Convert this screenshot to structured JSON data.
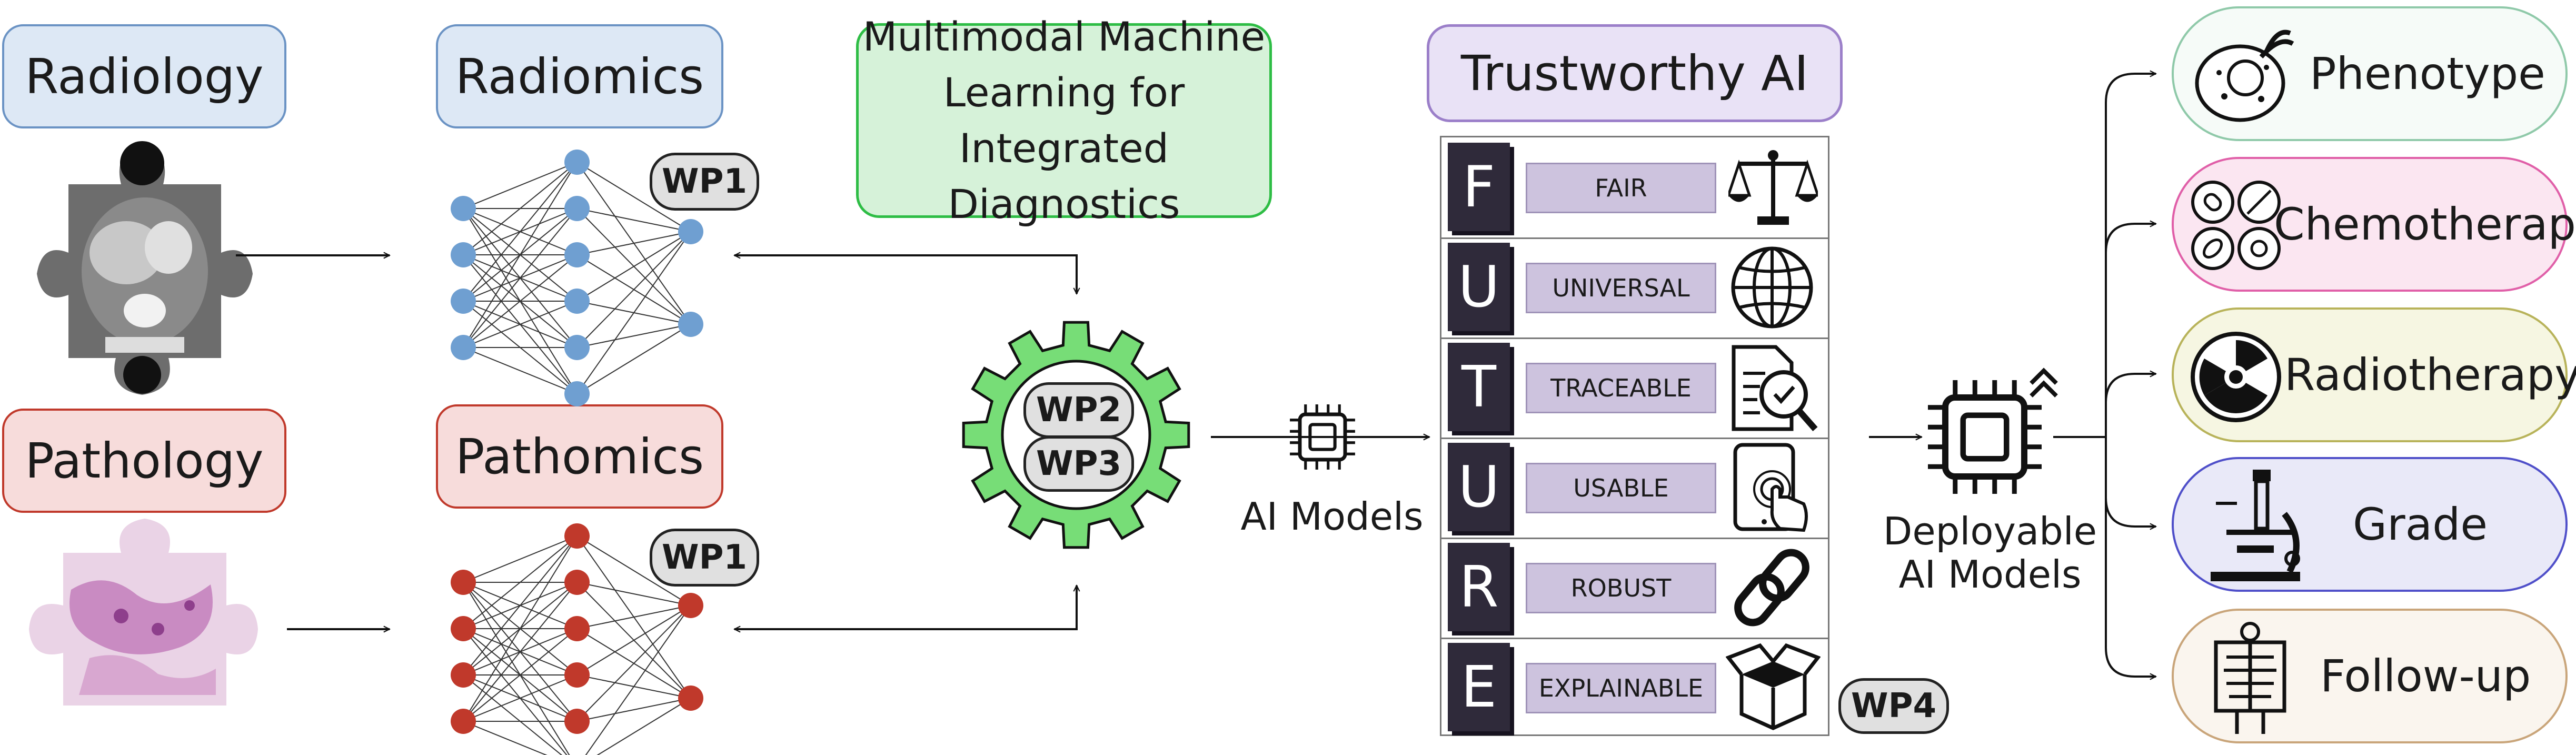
{
  "inputs": {
    "radiology": "Radiology",
    "pathology": "Pathology"
  },
  "omics": {
    "radiomics": "Radiomics",
    "pathomics": "Pathomics",
    "wp_radiomics": "WP1",
    "wp_pathomics": "WP1"
  },
  "multimodal": {
    "title_line1": "Multimodal Machine",
    "title_line2": "Learning for",
    "title_line3": "Integrated Diagnostics",
    "wp_top": "WP2",
    "wp_bottom": "WP3"
  },
  "ai_models": "AI Models",
  "trustworthy": {
    "title": "Trustworthy AI",
    "rows": [
      {
        "letter": "F",
        "label": "FAIR",
        "icon": "balance-scale-icon"
      },
      {
        "letter": "U",
        "label": "UNIVERSAL",
        "icon": "globe-icon"
      },
      {
        "letter": "T",
        "label": "TRACEABLE",
        "icon": "document-search-icon"
      },
      {
        "letter": "U",
        "label": "USABLE",
        "icon": "tablet-touch-icon"
      },
      {
        "letter": "R",
        "label": "ROBUST",
        "icon": "chain-link-icon"
      },
      {
        "letter": "E",
        "label": "EXPLAINABLE",
        "icon": "open-box-icon"
      }
    ],
    "wp": "WP4"
  },
  "deployable": {
    "line1": "Deployable",
    "line2": "AI Models"
  },
  "outputs": [
    {
      "label": "Phenotype",
      "icon": "cell-icon",
      "border": "#8fc9a9",
      "fill": "#f6fbf8"
    },
    {
      "label": "Chemotherapy",
      "icon": "pills-icon",
      "border": "#e05fa8",
      "fill": "#fbe6f1"
    },
    {
      "label": "Radiotherapy",
      "icon": "radiation-icon",
      "border": "#b8b35a",
      "fill": "#f6f6e2"
    },
    {
      "label": "Grade",
      "icon": "microscope-icon",
      "border": "#4f4fc9",
      "fill": "#e9e9f8"
    },
    {
      "label": "Follow-up",
      "icon": "xray-icon",
      "border": "#c9a57a",
      "fill": "#faf5ee"
    }
  ],
  "colors": {
    "radiology_node": "#6f9fd1",
    "pathology_node": "#c0392b",
    "gear": "#77dd77"
  }
}
